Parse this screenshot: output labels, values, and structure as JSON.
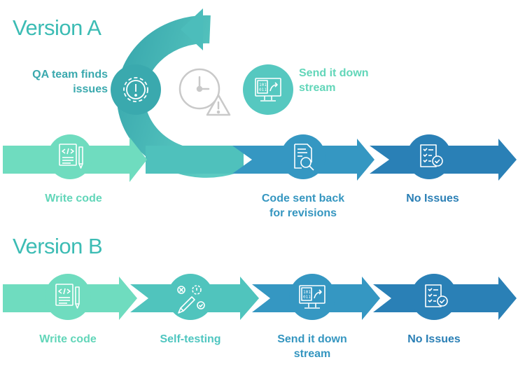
{
  "version_a": {
    "heading": "Version A",
    "loop": {
      "left_label_line1": "QA team finds",
      "left_label_line2": "issues",
      "right_label_line1": "Send it down",
      "right_label_line2": "stream"
    },
    "steps": [
      {
        "label_line1": "Write code",
        "label_line2": ""
      },
      {
        "label_line1": "Code sent back",
        "label_line2": "for revisions"
      },
      {
        "label_line1": "No Issues",
        "label_line2": ""
      }
    ]
  },
  "version_b": {
    "heading": "Version B",
    "steps": [
      {
        "label_line1": "Write code",
        "label_line2": ""
      },
      {
        "label_line1": "Self-testing",
        "label_line2": ""
      },
      {
        "label_line1": "Send it down",
        "label_line2": "stream"
      },
      {
        "label_line1": "No Issues",
        "label_line2": ""
      }
    ]
  },
  "colors": {
    "green": "#6fdcbf",
    "teal": "#50c4bd",
    "teal_dark": "#3aa9ae",
    "blue": "#3597c2",
    "blue_dark": "#2a80b6",
    "icon_stroke": "#ffffff",
    "clock_grey": "#c9c9c9"
  },
  "icons": [
    "code-document-icon",
    "gear-alert-icon",
    "monitor-share-icon",
    "clock-warning-icon",
    "document-search-icon",
    "checklist-icon",
    "self-test-icon"
  ]
}
